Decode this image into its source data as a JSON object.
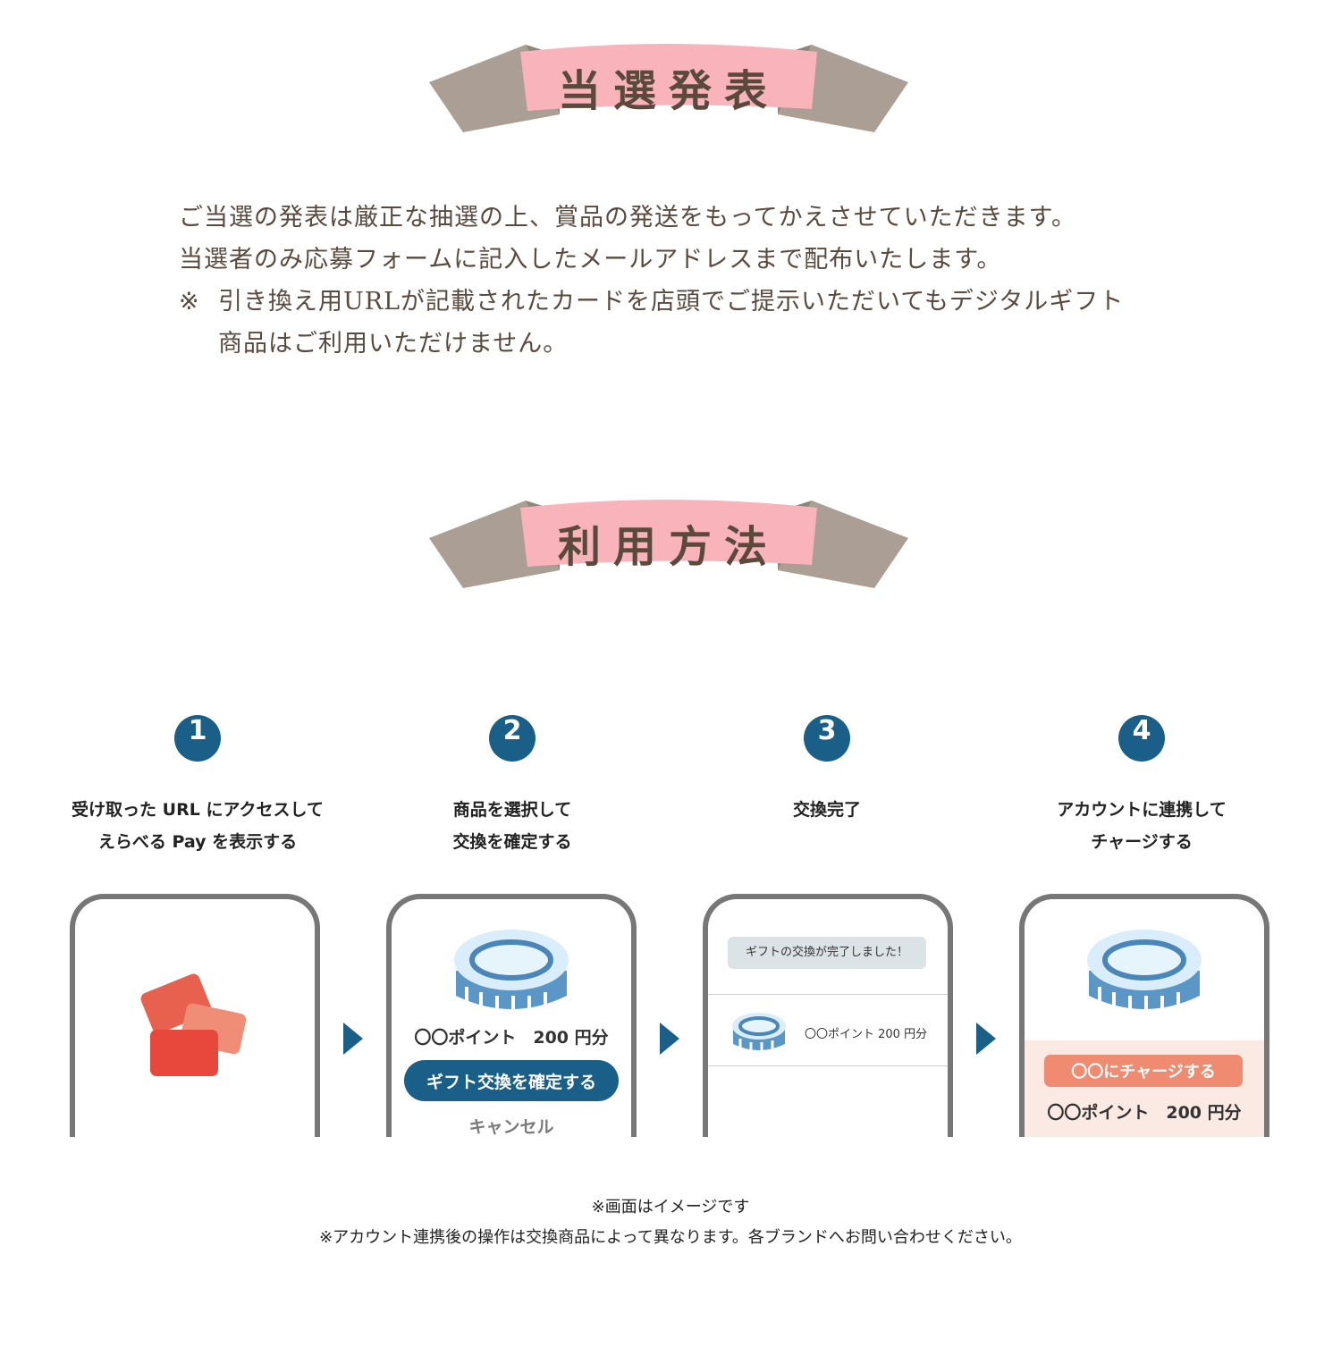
{
  "sections": {
    "announcement_title": "当選発表",
    "usage_title": "利用方法"
  },
  "announcement": {
    "line1": "ご当選の発表は厳正な抽選の上、賞品の発送をもってかえさせていただきます。",
    "line2": "当選者のみ応募フォームに記入したメールアドレスまで配布いたします。",
    "note_mark": "※",
    "note_line1": "引き換え用URLが記載されたカードを店頭でご提示いただいてもデジタルギフト",
    "note_line2": "商品はご利用いただけません。"
  },
  "steps": [
    {
      "number": "1",
      "caption_line1": "受け取った URL にアクセスして",
      "caption_line2": "えらべる Pay を表示する"
    },
    {
      "number": "2",
      "caption_line1": "商品を選択して",
      "caption_line2": "交換を確定する"
    },
    {
      "number": "3",
      "caption_line1": "交換完了",
      "caption_line2": ""
    },
    {
      "number": "4",
      "caption_line1": "アカウントに連携して",
      "caption_line2": "チャージする"
    }
  ],
  "screens": {
    "points_label": "〇〇ポイント　200 円分",
    "confirm_button": "ギフト交換を確定する",
    "cancel_button": "キャンセル",
    "complete_message": "ギフトの交換が完了しました！",
    "complete_points": "〇〇ポイント 200 円分",
    "charge_button": "〇〇にチャージする"
  },
  "footer": {
    "note1": "※画面はイメージです",
    "note2": "※アカウント連携後の操作は交換商品によって異なります。各ブランドへお問い合わせください。"
  },
  "colors": {
    "ribbon_grey": "#ab9f95",
    "ribbon_pink": "#f8b3bb",
    "step_blue": "#1a5f88",
    "charge_orange": "#ee8b71",
    "card_red": "#e8473c"
  },
  "icons": [
    "ribbon-banner",
    "gift-cards-icon",
    "coin-icon",
    "chevron-right-icon"
  ]
}
